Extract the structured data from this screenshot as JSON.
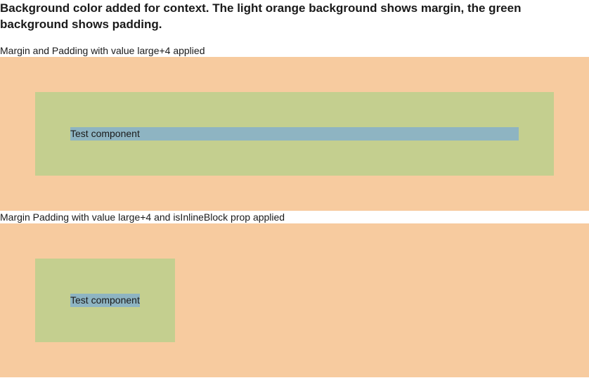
{
  "intro": "Background color added for context. The light orange background shows margin, the green background shows padding.",
  "sections": [
    {
      "label": "Margin and Padding with value large+4 applied",
      "component_text": "Test component"
    },
    {
      "label": "Margin Padding with value large+4 and isInlineBlock prop applied",
      "component_text": "Test component"
    }
  ],
  "colors": {
    "margin": "#f7cb9f",
    "padding": "#c4cf8f",
    "component": "#8eb4c2"
  }
}
